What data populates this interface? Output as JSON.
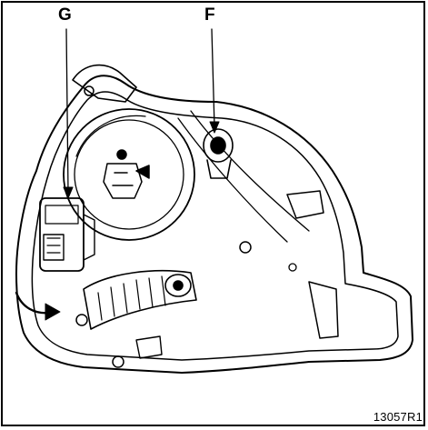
{
  "callouts": {
    "g": "G",
    "f": "F"
  },
  "reference": "13057R1",
  "colors": {
    "ink": "#000000",
    "paper": "#ffffff"
  },
  "icons": {
    "arrow": "curved-rotation-arrow-icon"
  }
}
